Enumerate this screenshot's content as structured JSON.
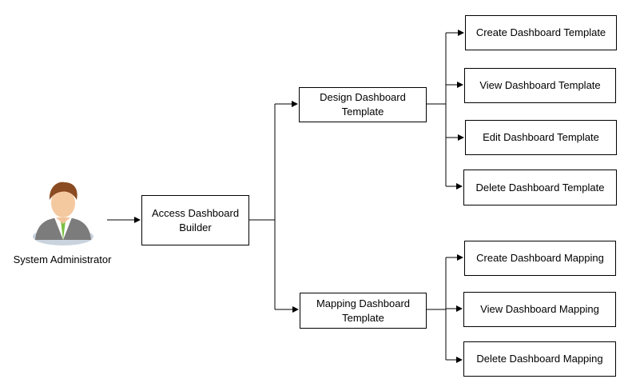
{
  "actor": {
    "icon": "user-icon",
    "label": "System Administrator"
  },
  "root": {
    "label": "Access Dashboard\nBuilder"
  },
  "design": {
    "label": "Design Dashboard\nTemplate"
  },
  "mapping": {
    "label": "Mapping Dashboard\nTemplate"
  },
  "design_children": [
    {
      "label": "Create Dashboard Template"
    },
    {
      "label": "View Dashboard Template"
    },
    {
      "label": "Edit Dashboard Template"
    },
    {
      "label": "Delete Dashboard Template"
    }
  ],
  "mapping_children": [
    {
      "label": "Create Dashboard Mapping"
    },
    {
      "label": "View Dashboard Mapping"
    },
    {
      "label": "Delete Dashboard Mapping"
    }
  ]
}
